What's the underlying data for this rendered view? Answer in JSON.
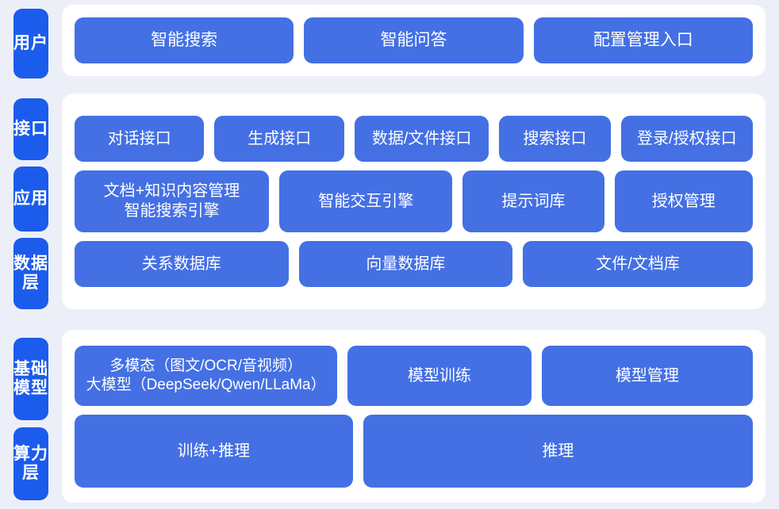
{
  "theme": {
    "page_background": "#eceff7",
    "card_background": "#ffffff",
    "box_color": "#4470e4",
    "tab_color": "#1c5ced",
    "text_color": "#ffffff"
  },
  "bands": [
    {
      "id": "user",
      "tabs": [
        {
          "name": "tab-user",
          "label": "用户"
        }
      ],
      "rows": [
        {
          "name": "row-user",
          "boxes": [
            {
              "name": "box-intelligent-search",
              "label": "智能搜索",
              "flex": 1
            },
            {
              "name": "box-intelligent-qa",
              "label": "智能问答",
              "flex": 1
            },
            {
              "name": "box-config-management-entry",
              "label": "配置管理入口",
              "flex": 1
            }
          ]
        }
      ]
    },
    {
      "id": "middle",
      "tabs": [
        {
          "name": "tab-interface",
          "label": "接口"
        },
        {
          "name": "tab-application",
          "label": "应用"
        },
        {
          "name": "tab-data",
          "label": "数据层"
        }
      ],
      "rows": [
        {
          "name": "row-interface",
          "boxes": [
            {
              "name": "box-dialog-interface",
              "label": "对话接口",
              "flex": 1.02
            },
            {
              "name": "box-generation-interface",
              "label": "生成接口",
              "flex": 1.02
            },
            {
              "name": "box-data-file-interface",
              "label": "数据/文件接口",
              "flex": 1.06
            },
            {
              "name": "box-search-interface",
              "label": "搜索接口",
              "flex": 0.86
            },
            {
              "name": "box-login-auth-interface",
              "label": "登录/授权接口",
              "flex": 1.04
            }
          ]
        },
        {
          "name": "row-application",
          "boxes": [
            {
              "name": "box-document-knowledge-management",
              "label": "文档+知识内容管理\n智能搜索引擎",
              "flex": 1.3
            },
            {
              "name": "box-intelligent-interaction-engine",
              "label": "智能交互引擎",
              "flex": 1.15
            },
            {
              "name": "box-prompt-library",
              "label": "提示词库",
              "flex": 0.92
            },
            {
              "name": "box-authorization-management",
              "label": "授权管理",
              "flex": 0.9
            }
          ]
        },
        {
          "name": "row-data",
          "boxes": [
            {
              "name": "box-relational-database",
              "label": "关系数据库",
              "flex": 1
            },
            {
              "name": "box-vector-database",
              "label": "向量数据库",
              "flex": 1
            },
            {
              "name": "box-file-document-repository",
              "label": "文件/文档库",
              "flex": 1.08
            }
          ]
        }
      ]
    },
    {
      "id": "base",
      "tabs": [
        {
          "name": "tab-foundation-model",
          "label": "基础模型"
        },
        {
          "name": "tab-compute-layer",
          "label": "算力层"
        }
      ],
      "rows": [
        {
          "name": "row-model",
          "boxes": [
            {
              "name": "box-multimodal-large-model",
              "label": "多模态（图文/OCR/音视频）\n大模型（DeepSeek/Qwen/LLaMa）",
              "flex": 1.36
            },
            {
              "name": "box-model-training",
              "label": "模型训练",
              "flex": 0.93
            },
            {
              "name": "box-model-management",
              "label": "模型管理",
              "flex": 1.08
            }
          ]
        },
        {
          "name": "row-power",
          "boxes": [
            {
              "name": "box-training-plus-inference",
              "label": "训练+推理",
              "flex": 1
            },
            {
              "name": "box-inference",
              "label": "推理",
              "flex": 1.42
            }
          ]
        }
      ]
    }
  ]
}
